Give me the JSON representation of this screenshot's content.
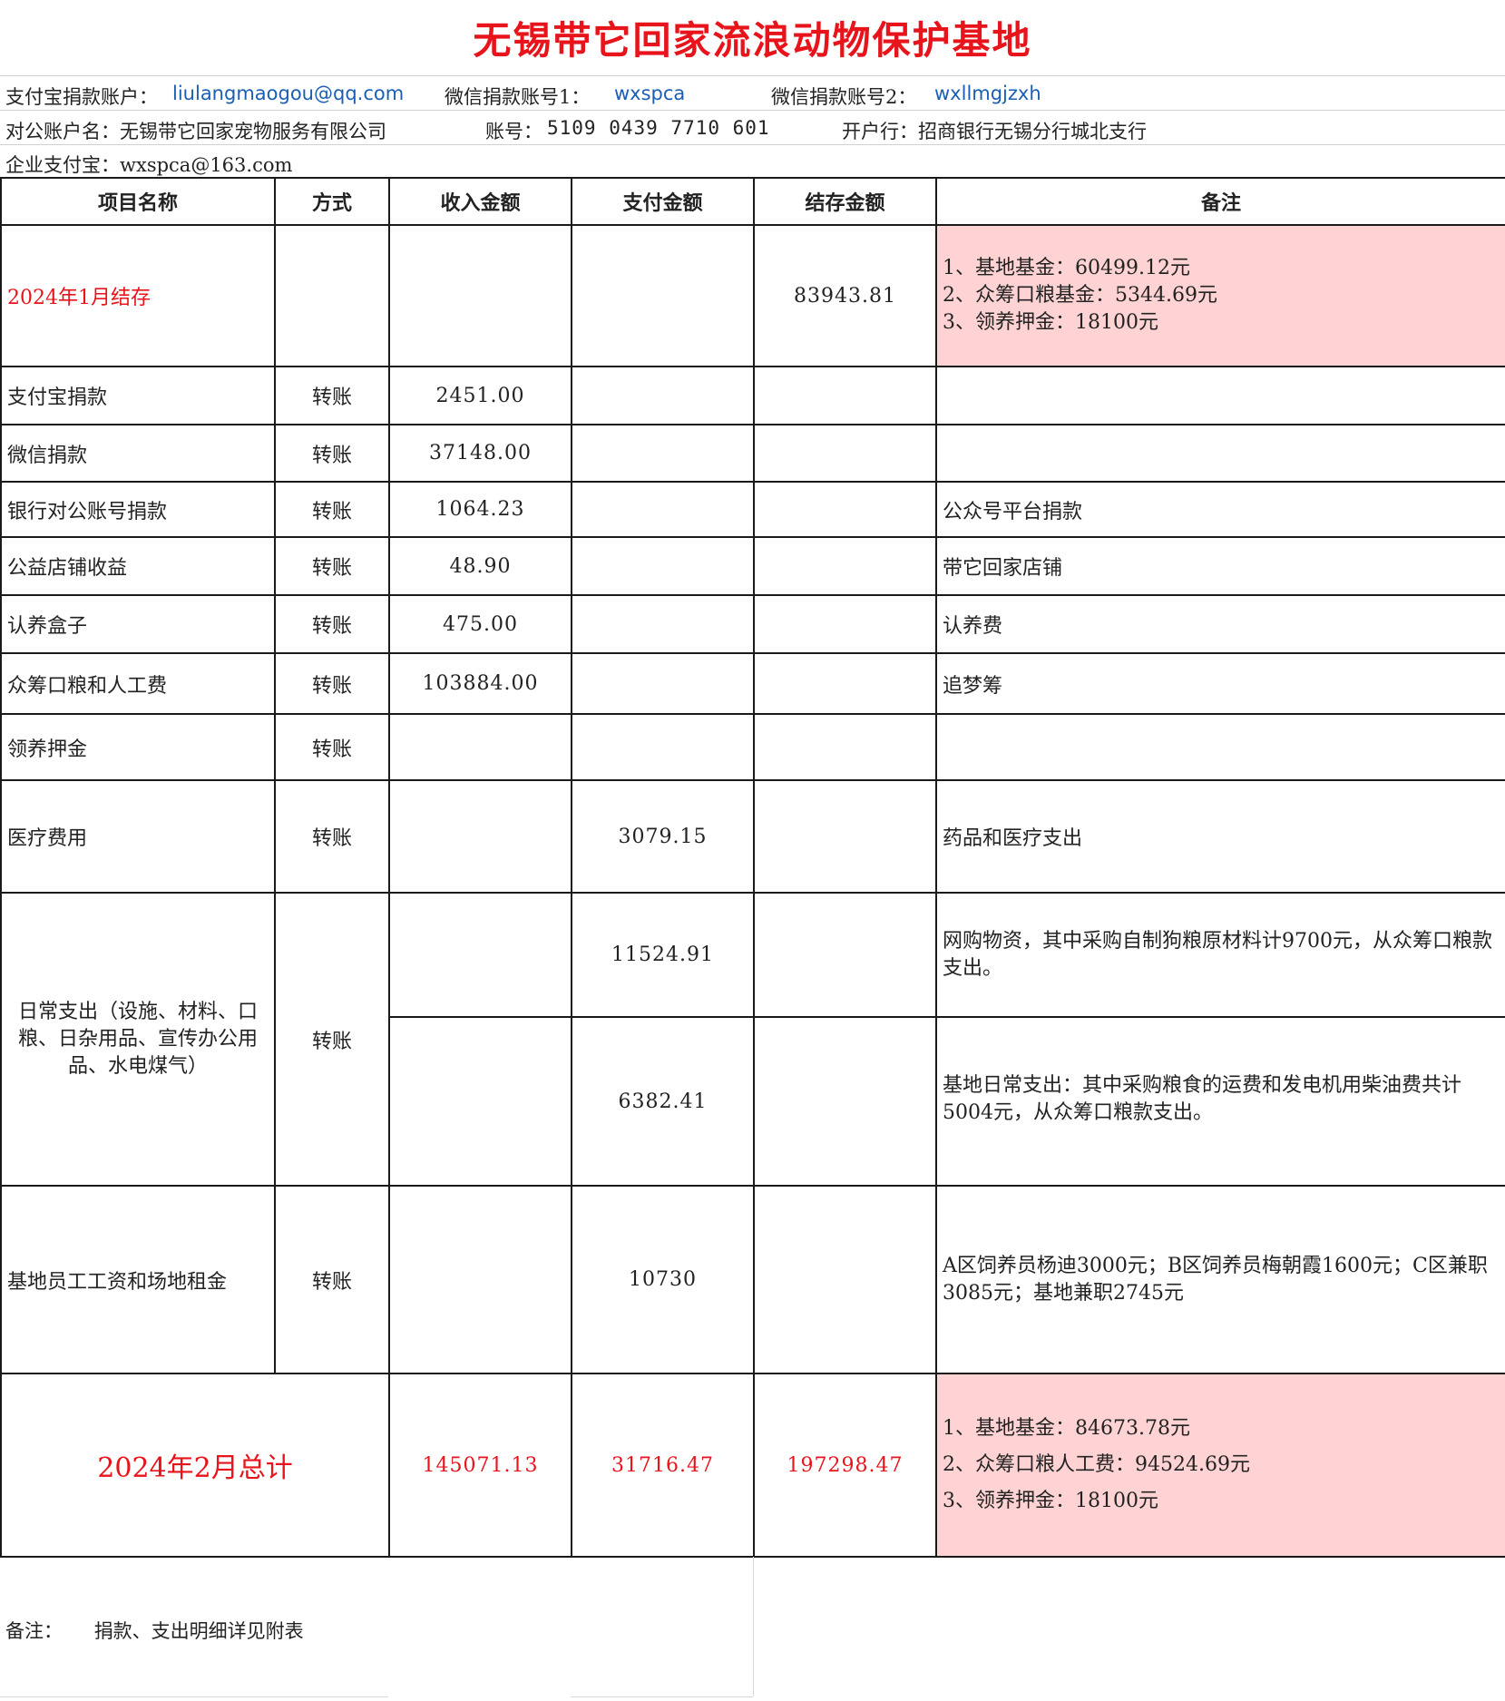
{
  "title": "无锡带它回家流浪动物保护基地",
  "info": {
    "alipay_label": "支付宝捐款账户：",
    "alipay_value": "liulangmaogou@qq.com",
    "wechat1_label": "微信捐款账号1：",
    "wechat1_value": "wxspca",
    "wechat2_label": "微信捐款账号2：",
    "wechat2_value": "wxllmgjzxh",
    "corp_name": "对公账户名：无锡带它回家宠物服务有限公司",
    "account_label": "账号：",
    "account_value": "5109 0439 7710 601",
    "bank": "开户行：招商银行无锡分行城北支行",
    "corp_alipay": "企业支付宝：wxspca@163.com"
  },
  "headers": [
    "项目名称",
    "方式",
    "收入金额",
    "支付金额",
    "结存金额",
    "备注"
  ],
  "opening": {
    "name": "2024年1月结存",
    "balance": "83943.81",
    "notes": [
      "1、基地基金：60499.12元",
      "2、众筹口粮基金：5344.69元",
      "3、领养押金：18100元"
    ]
  },
  "rows": [
    {
      "name": "支付宝捐款",
      "method": "转账",
      "income": "2451.00",
      "payment": "",
      "note": ""
    },
    {
      "name": "微信捐款",
      "method": "转账",
      "income": "37148.00",
      "payment": "",
      "note": ""
    },
    {
      "name": "银行对公账号捐款",
      "method": "转账",
      "income": "1064.23",
      "payment": "",
      "note": "公众号平台捐款"
    },
    {
      "name": "公益店铺收益",
      "method": "转账",
      "income": "48.90",
      "payment": "",
      "note": "带它回家店铺"
    },
    {
      "name": "认养盒子",
      "method": "转账",
      "income": "475.00",
      "payment": "",
      "note": "认养费"
    },
    {
      "name": "众筹口粮和人工费",
      "method": "转账",
      "income": "103884.00",
      "payment": "",
      "note": "追梦筹"
    },
    {
      "name": "领养押金",
      "method": "转账",
      "income": "",
      "payment": "",
      "note": ""
    },
    {
      "name": "医疗费用",
      "method": "转账",
      "income": "",
      "payment": "3079.15",
      "note": "药品和医疗支出"
    }
  ],
  "daily": {
    "name": "日常支出（设施、材料、口粮、日杂用品、宣传办公用品、水电煤气）",
    "method": "转账",
    "sub": [
      {
        "payment": "11524.91",
        "note": "网购物资，其中采购自制狗粮原材料计9700元，从众筹口粮款支出。"
      },
      {
        "payment": "6382.41",
        "note": "基地日常支出：其中采购粮食的运费和发电机用柴油费共计5004元，从众筹口粮款支出。"
      }
    ]
  },
  "salary": {
    "name": "基地员工工资和场地租金",
    "method": "转账",
    "payment": "10730",
    "note": "A区饲养员杨迪3000元；B区饲养员梅朝霞1600元；C区兼职3085元；基地兼职2745元"
  },
  "total": {
    "name": "2024年2月总计",
    "income": "145071.13",
    "payment": "31716.47",
    "balance": "197298.47",
    "notes": [
      "1、基地基金：84673.78元",
      "2、众筹口粮人工费：94524.69元",
      "3、领养押金：18100元"
    ]
  },
  "footer": {
    "label": "备注：",
    "text": "捐款、支出明细详见附表"
  }
}
